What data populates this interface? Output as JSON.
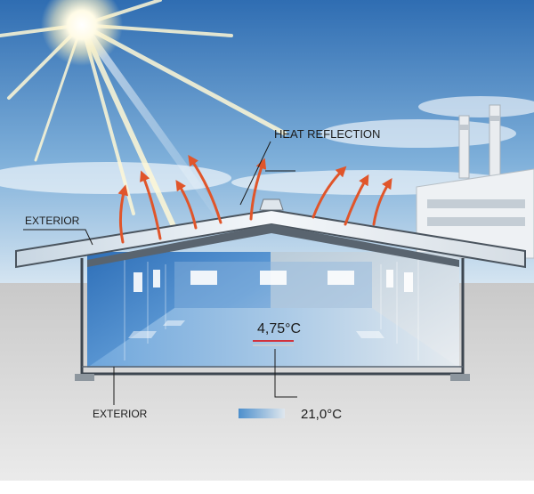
{
  "labels": {
    "heat_reflection": "HEAT REFLECTION",
    "exterior_top": "EXTERIOR",
    "exterior_bottom": "EXTERIOR",
    "inside_temp": "4,75°C",
    "outside_temp": "21,0°C"
  },
  "colors": {
    "sky_top": "#2f6db2",
    "sky_bottom": "#cfe0ee",
    "cool_interior": "#3b7fc4",
    "warm_interior": "#d6dde3",
    "heat_arrow": "#e0552a",
    "temp_line": "#d1323c",
    "ground": "#d8d8d8"
  },
  "icons": {
    "sun": "sun-icon",
    "factory": "factory-icon"
  }
}
